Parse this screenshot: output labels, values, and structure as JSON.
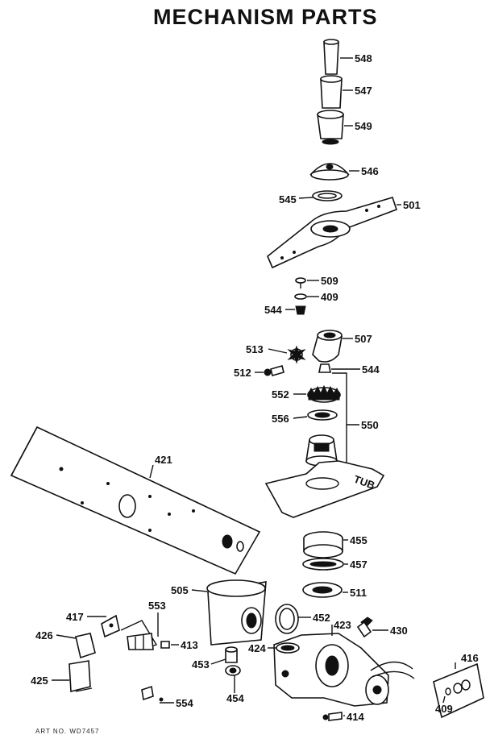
{
  "title": "MECHANISM  PARTS",
  "art_no": "ART NO. WD7457",
  "callouts": {
    "c548": "548",
    "c547": "547",
    "c549": "549",
    "c546": "546",
    "c545": "545",
    "c501": "501",
    "c509": "509",
    "c409a": "409",
    "c544a": "544",
    "c507": "507",
    "c513": "513",
    "c512": "512",
    "c544b": "544",
    "c552": "552",
    "c556": "556",
    "c550": "550",
    "c421": "421",
    "c455": "455",
    "c457": "457",
    "c511": "511",
    "c505": "505",
    "c417": "417",
    "c553": "553",
    "c426": "426",
    "c413": "413",
    "c452": "452",
    "c423": "423",
    "c430": "430",
    "c424": "424",
    "c453": "453",
    "c416": "416",
    "c425": "425",
    "c554": "554",
    "c454": "454",
    "c414": "414",
    "c409b": "409"
  },
  "tub_label": "TUB"
}
